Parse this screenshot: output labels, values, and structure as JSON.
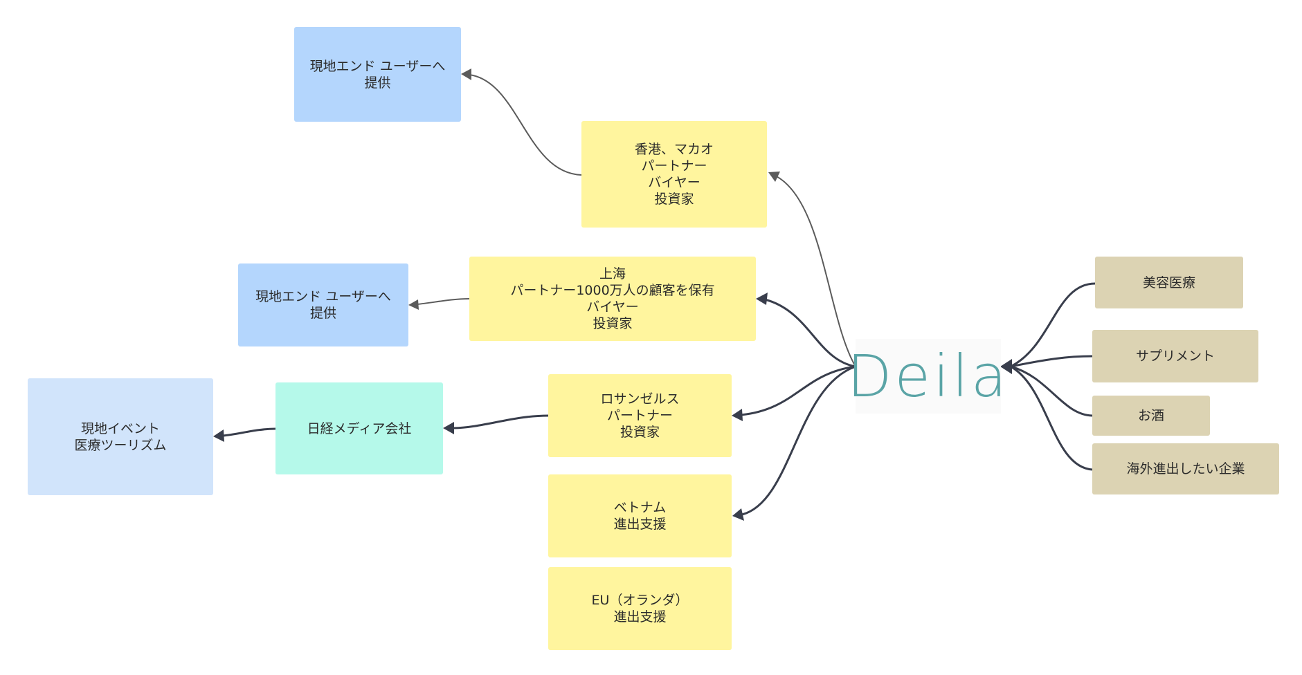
{
  "center": {
    "label": "Deila"
  },
  "nodes": {
    "hongkong": {
      "lines": [
        "香港、マカオ",
        "パートナー",
        "バイヤー",
        "投資家"
      ]
    },
    "hongkong_enduser": {
      "lines": [
        "現地エンド ユーザーへ",
        "提供"
      ]
    },
    "shanghai": {
      "lines": [
        "上海",
        "パートナー1000万人の顧客を保有",
        "バイヤー",
        "投資家"
      ]
    },
    "shanghai_enduser": {
      "lines": [
        "現地エンド ユーザーへ",
        "提供"
      ]
    },
    "losangeles": {
      "lines": [
        "ロサンゼルス",
        "パートナー",
        "投資家"
      ]
    },
    "nikkei": {
      "lines": [
        "日経メディア会社"
      ]
    },
    "local_event": {
      "lines": [
        "現地イベント",
        "医療ツーリズム"
      ]
    },
    "vietnam": {
      "lines": [
        "ベトナム",
        "進出支援"
      ]
    },
    "eu": {
      "lines": [
        "EU（オランダ）",
        "進出支援"
      ]
    },
    "beauty": {
      "lines": [
        "美容医療"
      ]
    },
    "supplement": {
      "lines": [
        "サプリメント"
      ]
    },
    "sake": {
      "lines": [
        "お酒"
      ]
    },
    "overseas": {
      "lines": [
        "海外進出したい企業"
      ]
    }
  },
  "colors": {
    "yellow": "#fff59e",
    "blue": "#b4d6fd",
    "lightblue": "#d1e4fb",
    "mint": "#b5f9ea",
    "tan": "#dcd3b3",
    "brand": "#5aa4a6",
    "edge_dark": "#393e4c",
    "edge_gray": "#5b5b5b"
  }
}
